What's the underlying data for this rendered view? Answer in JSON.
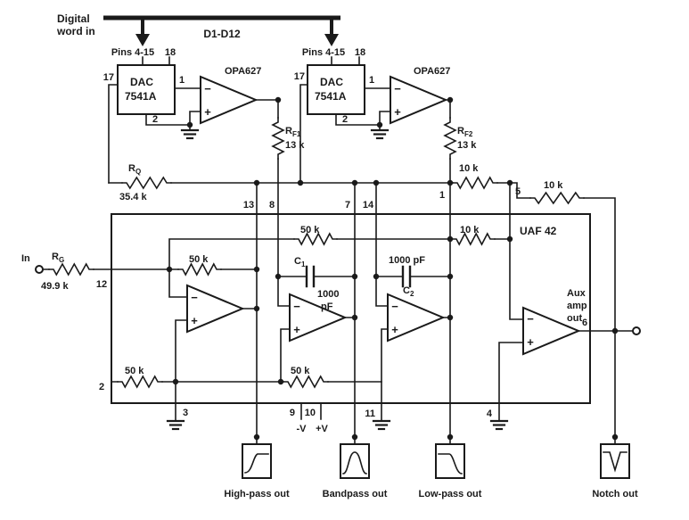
{
  "colors": {
    "ink": "#1a1a1a",
    "background": "#ffffff"
  },
  "digital_input": {
    "label_line1": "Digital",
    "label_line2": "word in",
    "bus_label": "D1-D12"
  },
  "dacs": {
    "left": {
      "pins_top": "Pins 4-15",
      "pin_18": "18",
      "pin_17": "17",
      "chip_line1": "DAC",
      "chip_line2": "7541A",
      "pin_1": "1",
      "pin_2": "2",
      "opamp": "OPA627",
      "rf_name": "R",
      "rf_sub": "F1",
      "rf_value": "13 k"
    },
    "right": {
      "pins_top": "Pins 4-15",
      "pin_18": "18",
      "pin_17": "17",
      "chip_line1": "DAC",
      "chip_line2": "7541A",
      "pin_1": "1",
      "pin_2": "2",
      "opamp": "OPA627",
      "rf_name": "R",
      "rf_sub": "F2",
      "rf_value": "13 k"
    }
  },
  "rq": {
    "name": "R",
    "sub": "Q",
    "value": "35.4 k"
  },
  "input": {
    "terminal": "In",
    "rg_name": "R",
    "rg_sub": "G",
    "rg_value": "49.9 k",
    "pin_12": "12"
  },
  "filter": {
    "chip_label": "UAF 42",
    "pin_13": "13",
    "pin_8": "8",
    "pin_7": "7",
    "pin_14": "14",
    "pin_1": "1",
    "pin_5": "5",
    "pin_2": "2",
    "pin_3": "3",
    "pin_9": "9",
    "pin_10": "10",
    "pin_11": "11",
    "pin_4": "4",
    "pin_6": "6",
    "neg_supply": "-V",
    "pos_supply": "+V",
    "r50k": "50 k",
    "r10k": "10 k",
    "c1_name": "C",
    "c1_sub": "1",
    "c1_value_line1": "1000",
    "c1_value_line2": "pF",
    "c2_name": "C",
    "c2_sub": "2",
    "c2_value": "1000 pF",
    "aux_line1": "Aux",
    "aux_line2": "amp",
    "aux_line3": "out",
    "minus": "−",
    "plus": "+"
  },
  "outputs": {
    "highpass": "High-pass out",
    "bandpass": "Bandpass out",
    "lowpass": "Low-pass out",
    "notch": "Notch out"
  }
}
